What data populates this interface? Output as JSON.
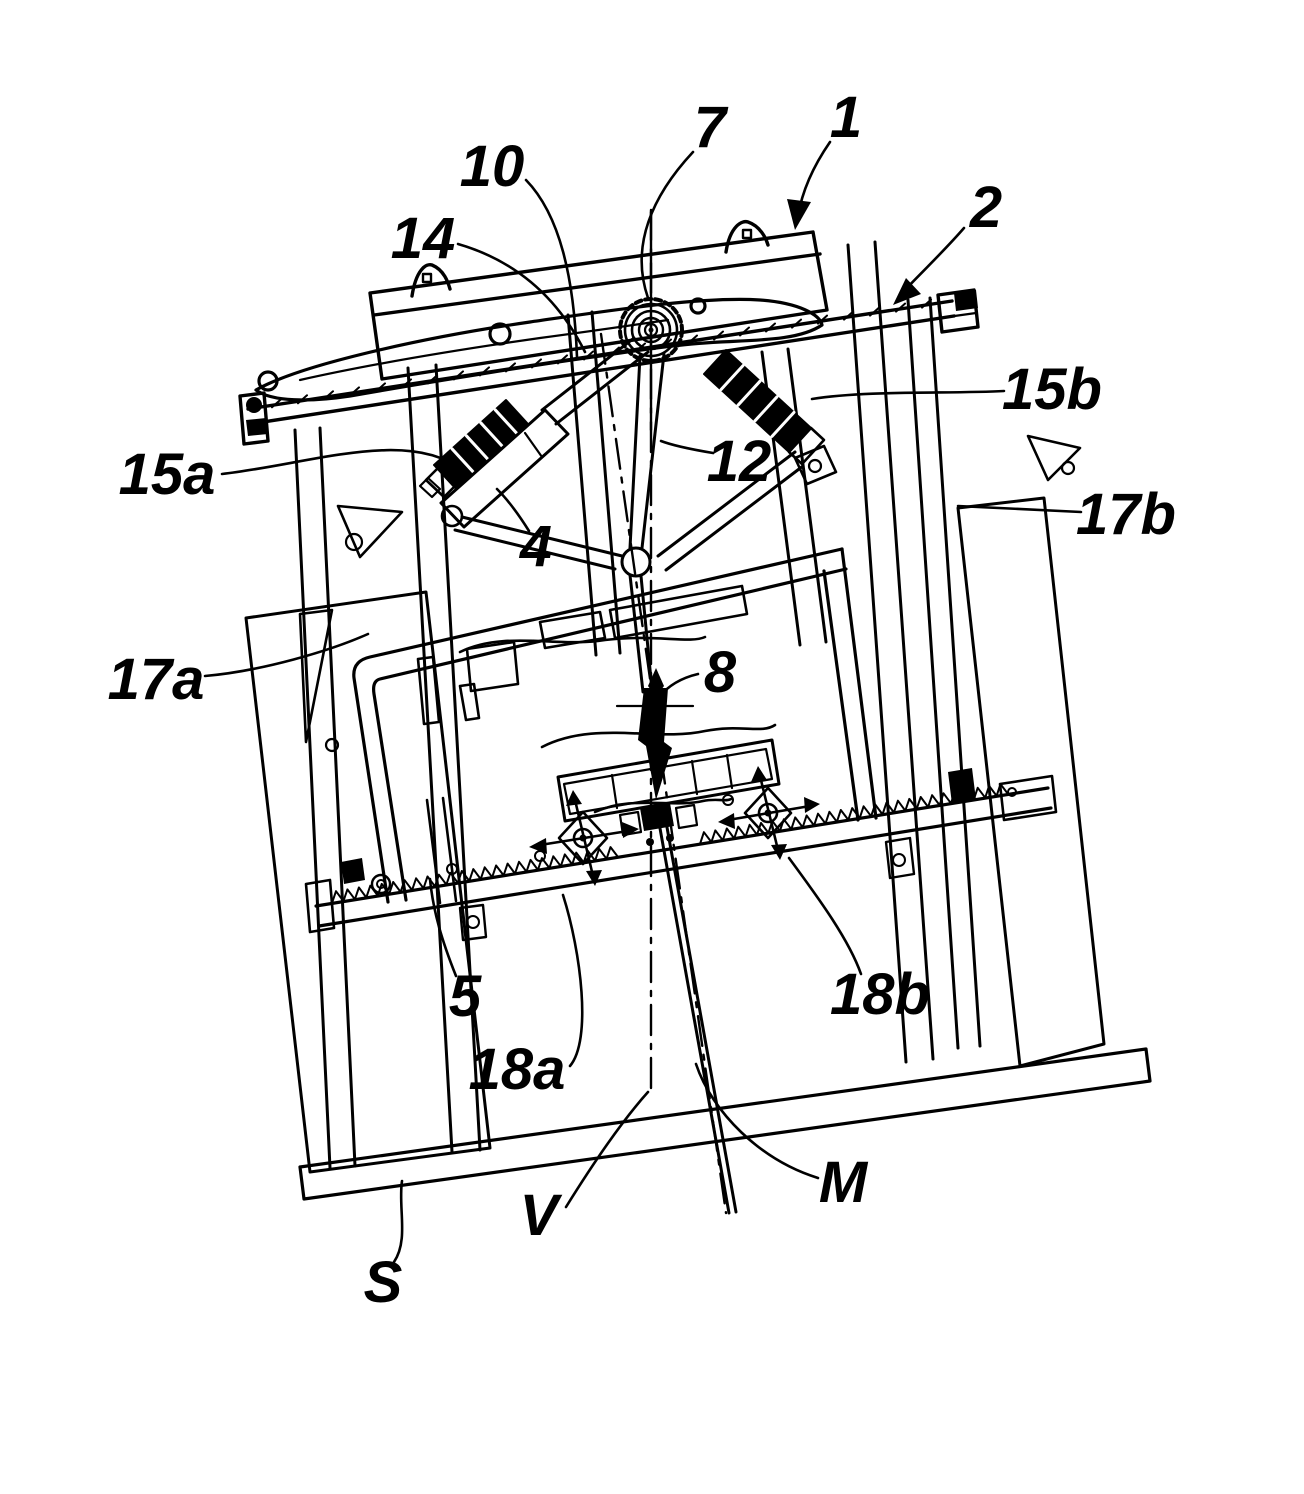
{
  "figure": {
    "ink": "#000000",
    "paper": "#ffffff"
  },
  "labels": {
    "n1": "1",
    "n2": "2",
    "n4": "4",
    "n5": "5",
    "n7": "7",
    "n8": "8",
    "n10": "10",
    "n12": "12",
    "n14": "14",
    "n15a": "15a",
    "n15b": "15b",
    "n17a": "17a",
    "n17b": "17b",
    "n18a": "18a",
    "n18b": "18b",
    "m": "M",
    "v": "V",
    "s": "S"
  }
}
